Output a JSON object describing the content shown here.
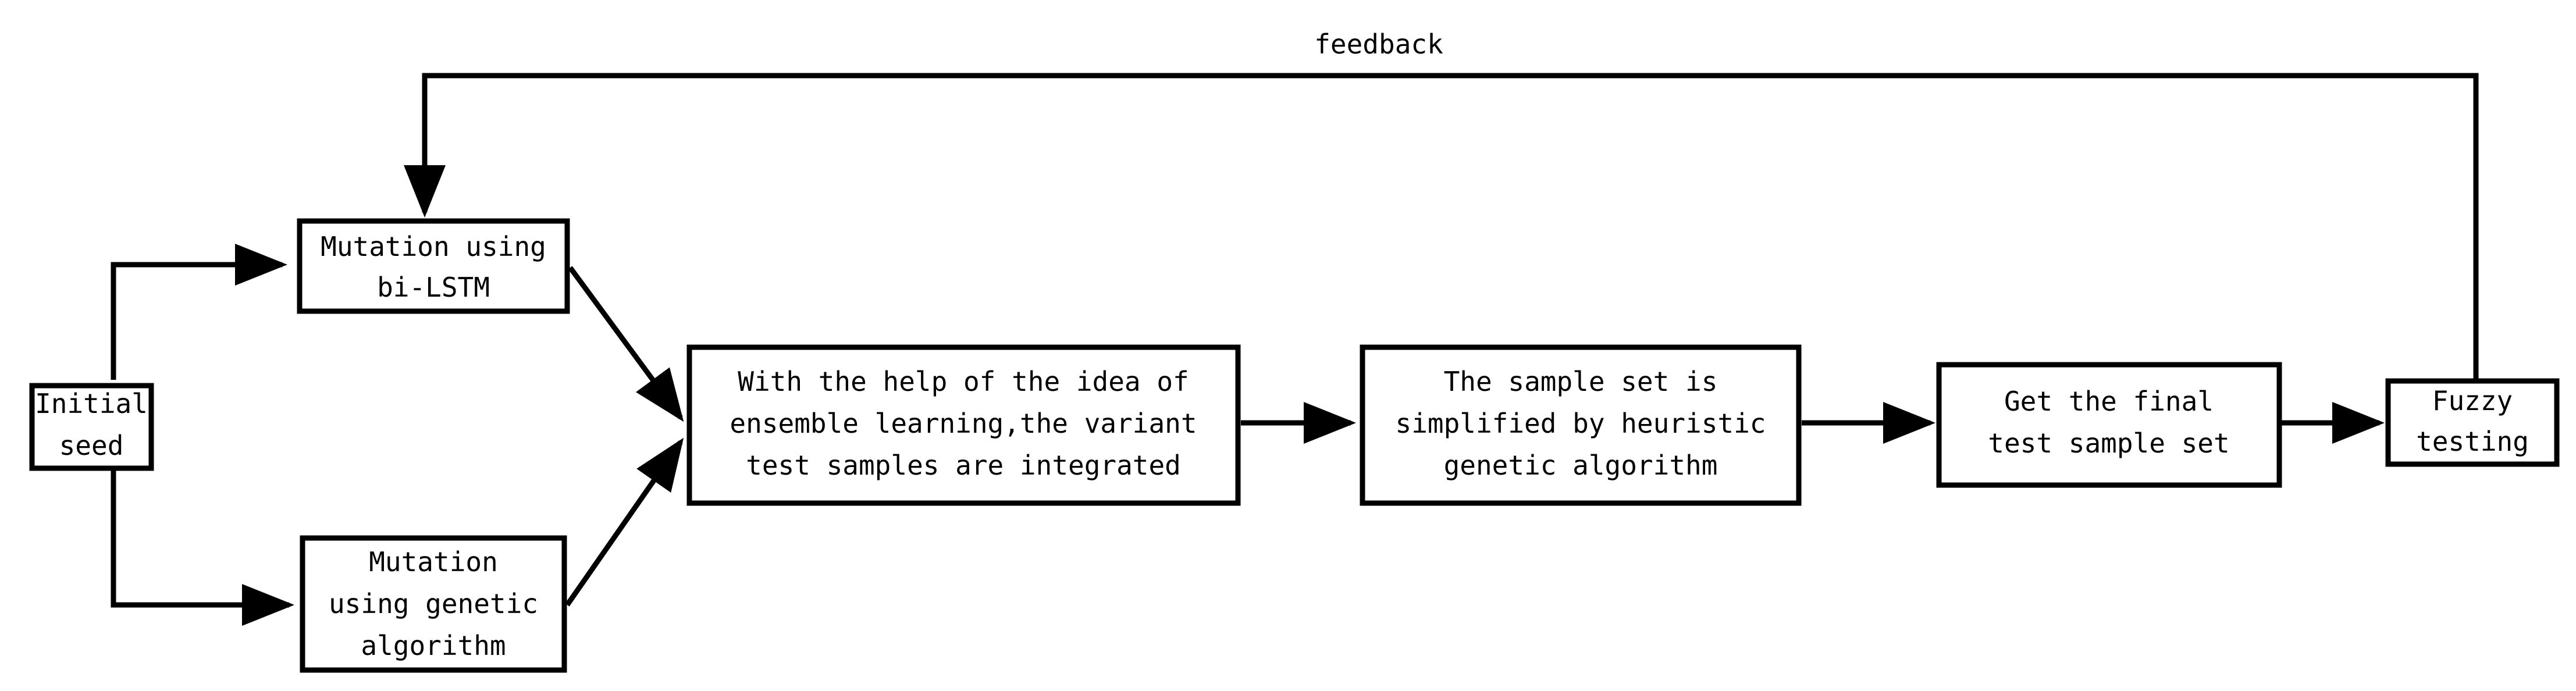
{
  "diagram": {
    "nodes": [
      {
        "id": "initial_seed",
        "lines": [
          "Initial",
          "seed"
        ]
      },
      {
        "id": "mutation_bilstm",
        "lines": [
          "Mutation using",
          "bi-LSTM"
        ]
      },
      {
        "id": "mutation_ga",
        "lines": [
          "Mutation",
          "using genetic",
          "algorithm"
        ]
      },
      {
        "id": "ensemble",
        "lines": [
          "With the help of the idea of",
          "ensemble learning,the variant",
          "test samples are integrated"
        ]
      },
      {
        "id": "simplify",
        "lines": [
          "The sample set is",
          "simplified by heuristic",
          "genetic algorithm"
        ]
      },
      {
        "id": "final_set",
        "lines": [
          "Get the final",
          "test sample set"
        ]
      },
      {
        "id": "fuzzy",
        "lines": [
          "Fuzzy",
          "testing"
        ]
      }
    ],
    "edges": [
      {
        "from": "initial_seed",
        "to": "mutation_bilstm",
        "label": ""
      },
      {
        "from": "initial_seed",
        "to": "mutation_ga",
        "label": ""
      },
      {
        "from": "mutation_bilstm",
        "to": "ensemble",
        "label": ""
      },
      {
        "from": "mutation_ga",
        "to": "ensemble",
        "label": ""
      },
      {
        "from": "ensemble",
        "to": "simplify",
        "label": ""
      },
      {
        "from": "simplify",
        "to": "final_set",
        "label": ""
      },
      {
        "from": "final_set",
        "to": "fuzzy",
        "label": ""
      },
      {
        "from": "fuzzy",
        "to": "mutation_bilstm",
        "label": "feedback"
      }
    ],
    "colors": {
      "stroke": "#000000",
      "fill": "#ffffff",
      "text": "#000000"
    }
  }
}
